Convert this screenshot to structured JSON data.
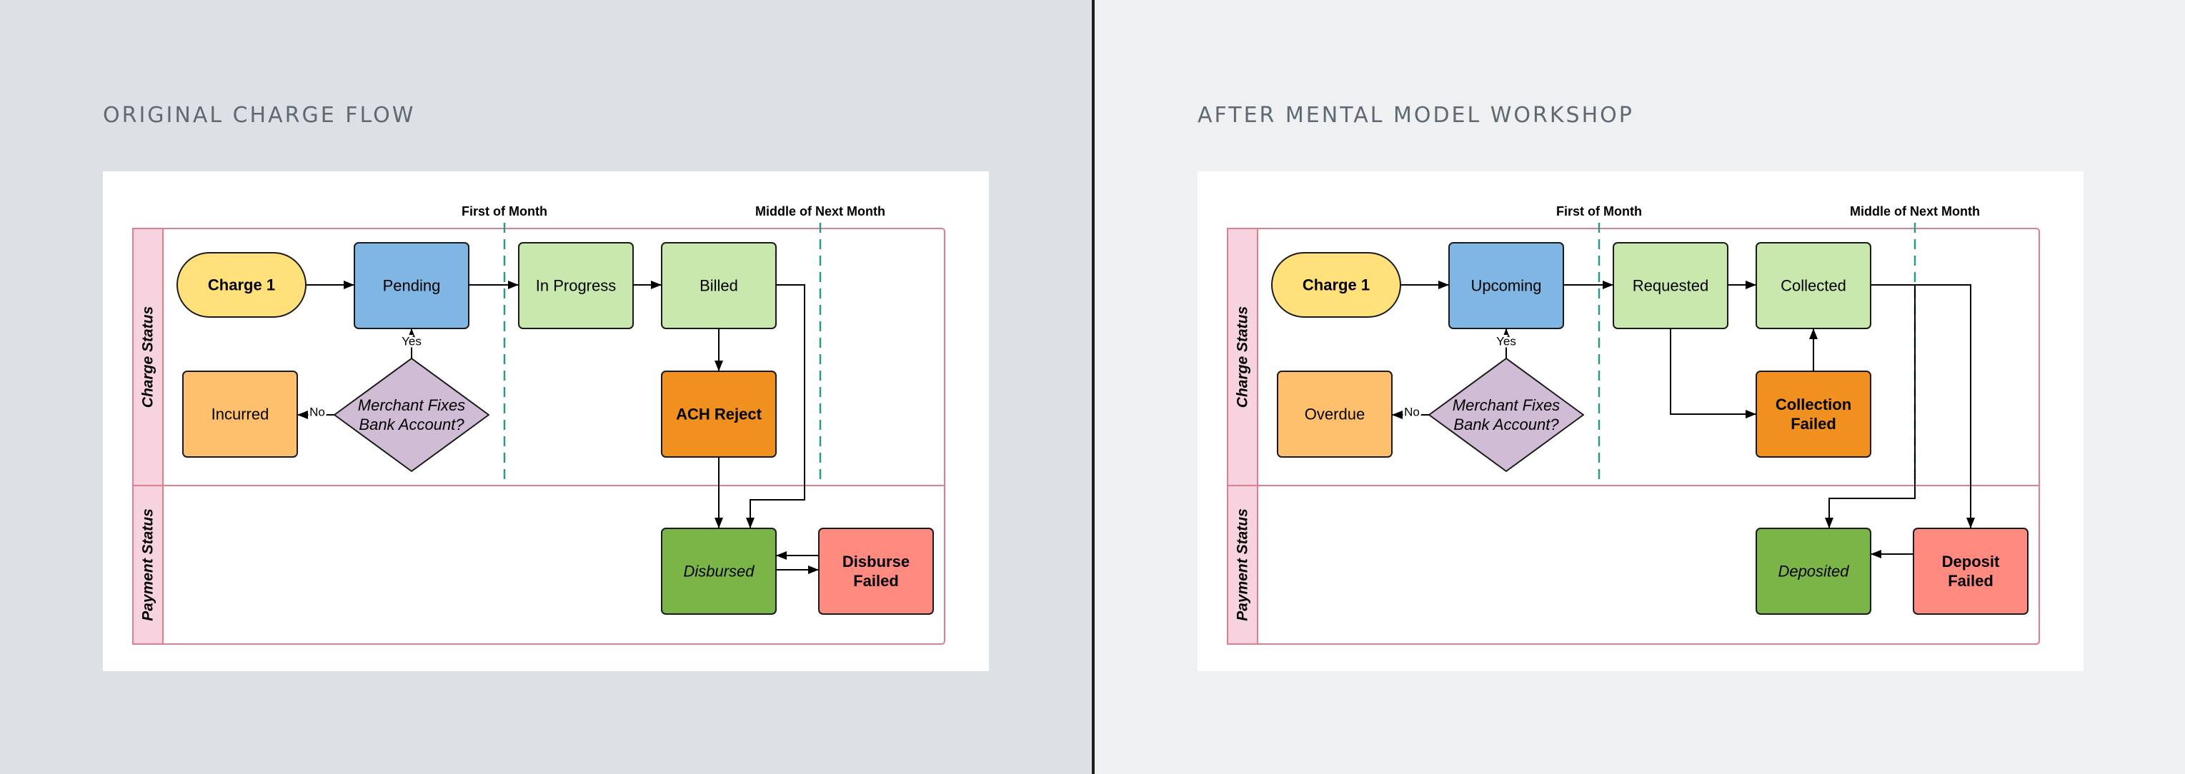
{
  "panels": {
    "left": {
      "title": "ORIGINAL CHARGE FLOW"
    },
    "right": {
      "title": "AFTER MENTAL MODEL WORKSHOP"
    }
  },
  "flows": {
    "left": {
      "lanes": {
        "charge": "Charge Status",
        "payment": "Payment Status"
      },
      "milestones": {
        "first": "First of Month",
        "middle": "Middle of Next Month"
      },
      "nodes": {
        "start": "Charge 1",
        "pending": "Pending",
        "in_progress": "In Progress",
        "billed": "Billed",
        "incurred": "Incurred",
        "decision": [
          "Merchant Fixes",
          "Bank Account?"
        ],
        "ach_reject": "ACH Reject",
        "disbursed": "Disbursed",
        "disburse_failed": [
          "Disburse",
          "Failed"
        ]
      },
      "labels": {
        "yes": "Yes",
        "no": "No"
      }
    },
    "right": {
      "lanes": {
        "charge": "Charge Status",
        "payment": "Payment Status"
      },
      "milestones": {
        "first": "First of Month",
        "middle": "Middle of Next Month"
      },
      "nodes": {
        "start": "Charge 1",
        "upcoming": "Upcoming",
        "requested": "Requested",
        "collected": "Collected",
        "overdue": "Overdue",
        "decision": [
          "Merchant Fixes",
          "Bank Account?"
        ],
        "collection_failed": [
          "Collection",
          "Failed"
        ],
        "deposited": "Deposited",
        "deposit_failed": [
          "Deposit",
          "Failed"
        ]
      },
      "labels": {
        "yes": "Yes",
        "no": "No"
      }
    }
  },
  "colors": {
    "start": "#ffe07a",
    "blue": "#7fb6e3",
    "light_green": "#c8e8ad",
    "orange_light": "#ffc06e",
    "decision": "#d1bcd6",
    "orange": "#f0901f",
    "green": "#7cb547",
    "salmon": "#ff8a80"
  }
}
